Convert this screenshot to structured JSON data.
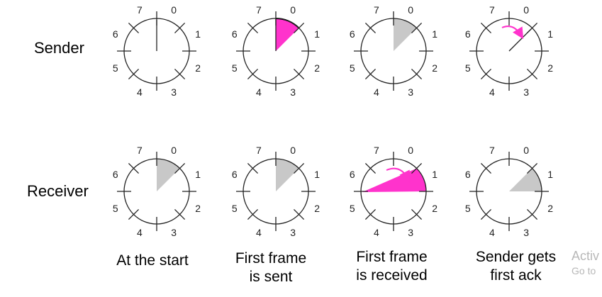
{
  "rows": [
    {
      "label": "Sender"
    },
    {
      "label": "Receiver"
    }
  ],
  "captions": [
    {
      "line1": "At the start",
      "line2": ""
    },
    {
      "line1": "First frame",
      "line2": "is sent"
    },
    {
      "line1": "First frame",
      "line2": "is received"
    },
    {
      "line1": "Sender gets",
      "line2": "first ack"
    }
  ],
  "sequence_numbers": [
    "0",
    "1",
    "2",
    "3",
    "4",
    "5",
    "6",
    "7"
  ],
  "diagrams": [
    {
      "row": 0,
      "col": 0,
      "sector": "none",
      "arrow": false,
      "pointer": false
    },
    {
      "row": 0,
      "col": 1,
      "sector": "7-0",
      "sector_color": "#ff33cc",
      "arrow": false,
      "pointer": false
    },
    {
      "row": 0,
      "col": 2,
      "sector": "0-1",
      "sector_color": "#c8c8c8",
      "arrow": false,
      "pointer": false
    },
    {
      "row": 0,
      "col": 3,
      "sector": "none",
      "arrow": true,
      "pointer": true
    },
    {
      "row": 1,
      "col": 0,
      "sector": "0-1",
      "sector_color": "#c8c8c8",
      "arrow": false,
      "pointer": false
    },
    {
      "row": 1,
      "col": 1,
      "sector": "0-1",
      "sector_color": "#c8c8c8",
      "arrow": false,
      "pointer": false
    },
    {
      "row": 1,
      "col": 2,
      "sector": "1-2",
      "sector_color": "#ff33cc",
      "arrow": true,
      "pointer": false
    },
    {
      "row": 1,
      "col": 3,
      "sector": "1-2",
      "sector_color": "#c8c8c8",
      "arrow": false,
      "pointer": false
    }
  ],
  "colors": {
    "accent": "#ff33cc",
    "window": "#c8c8c8",
    "line": "#222222"
  },
  "watermark": {
    "line1": "Activ",
    "line2": "Go to"
  }
}
